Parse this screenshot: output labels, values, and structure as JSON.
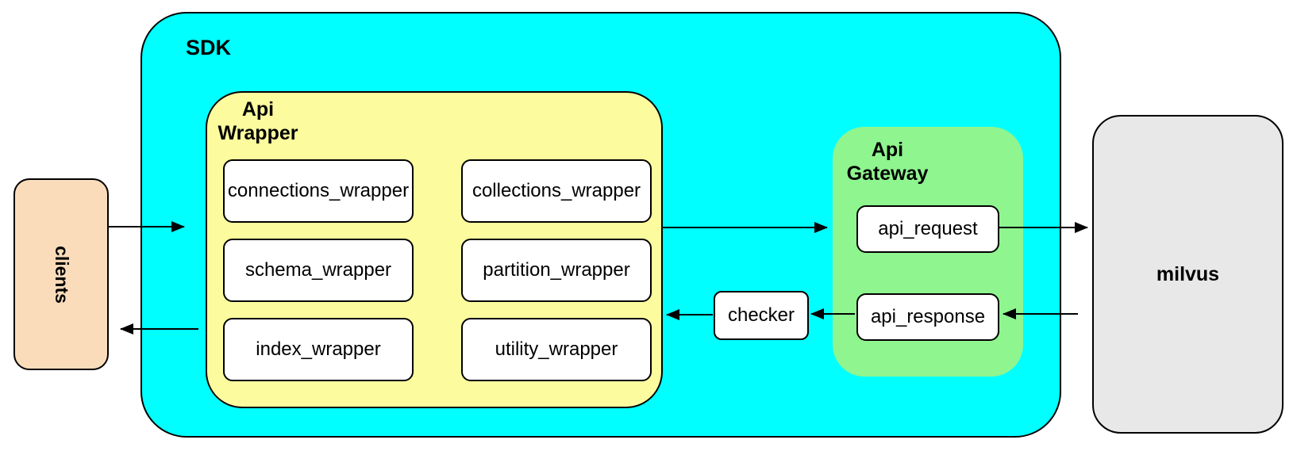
{
  "nodes": {
    "clients": "clients",
    "sdk": "SDK",
    "api_wrapper": "Api Wrapper",
    "modules": [
      "connections_wrapper",
      "collections_wrapper",
      "schema_wrapper",
      "partition_wrapper",
      "index_wrapper",
      "utility_wrapper"
    ],
    "checker": "checker",
    "api_gateway": "Api Gateway",
    "api_request": "api_request",
    "api_response": "api_response",
    "milvus": "milvus"
  },
  "edges": [
    {
      "from": "clients",
      "to": "api_wrapper"
    },
    {
      "from": "api_wrapper",
      "to": "api_request"
    },
    {
      "from": "api_request",
      "to": "milvus"
    },
    {
      "from": "milvus",
      "to": "api_response"
    },
    {
      "from": "api_response",
      "to": "checker"
    },
    {
      "from": "checker",
      "to": "api_wrapper"
    },
    {
      "from": "api_wrapper",
      "to": "clients"
    }
  ],
  "colors": {
    "sdk": "#00FFFF",
    "api_wrapper": "#FCFC9E",
    "api_gateway": "#8FF58F",
    "clients": "#FADCBB",
    "milvus": "#E8E8E8",
    "node_fill": "#FFFFFF",
    "line": "#000000"
  }
}
